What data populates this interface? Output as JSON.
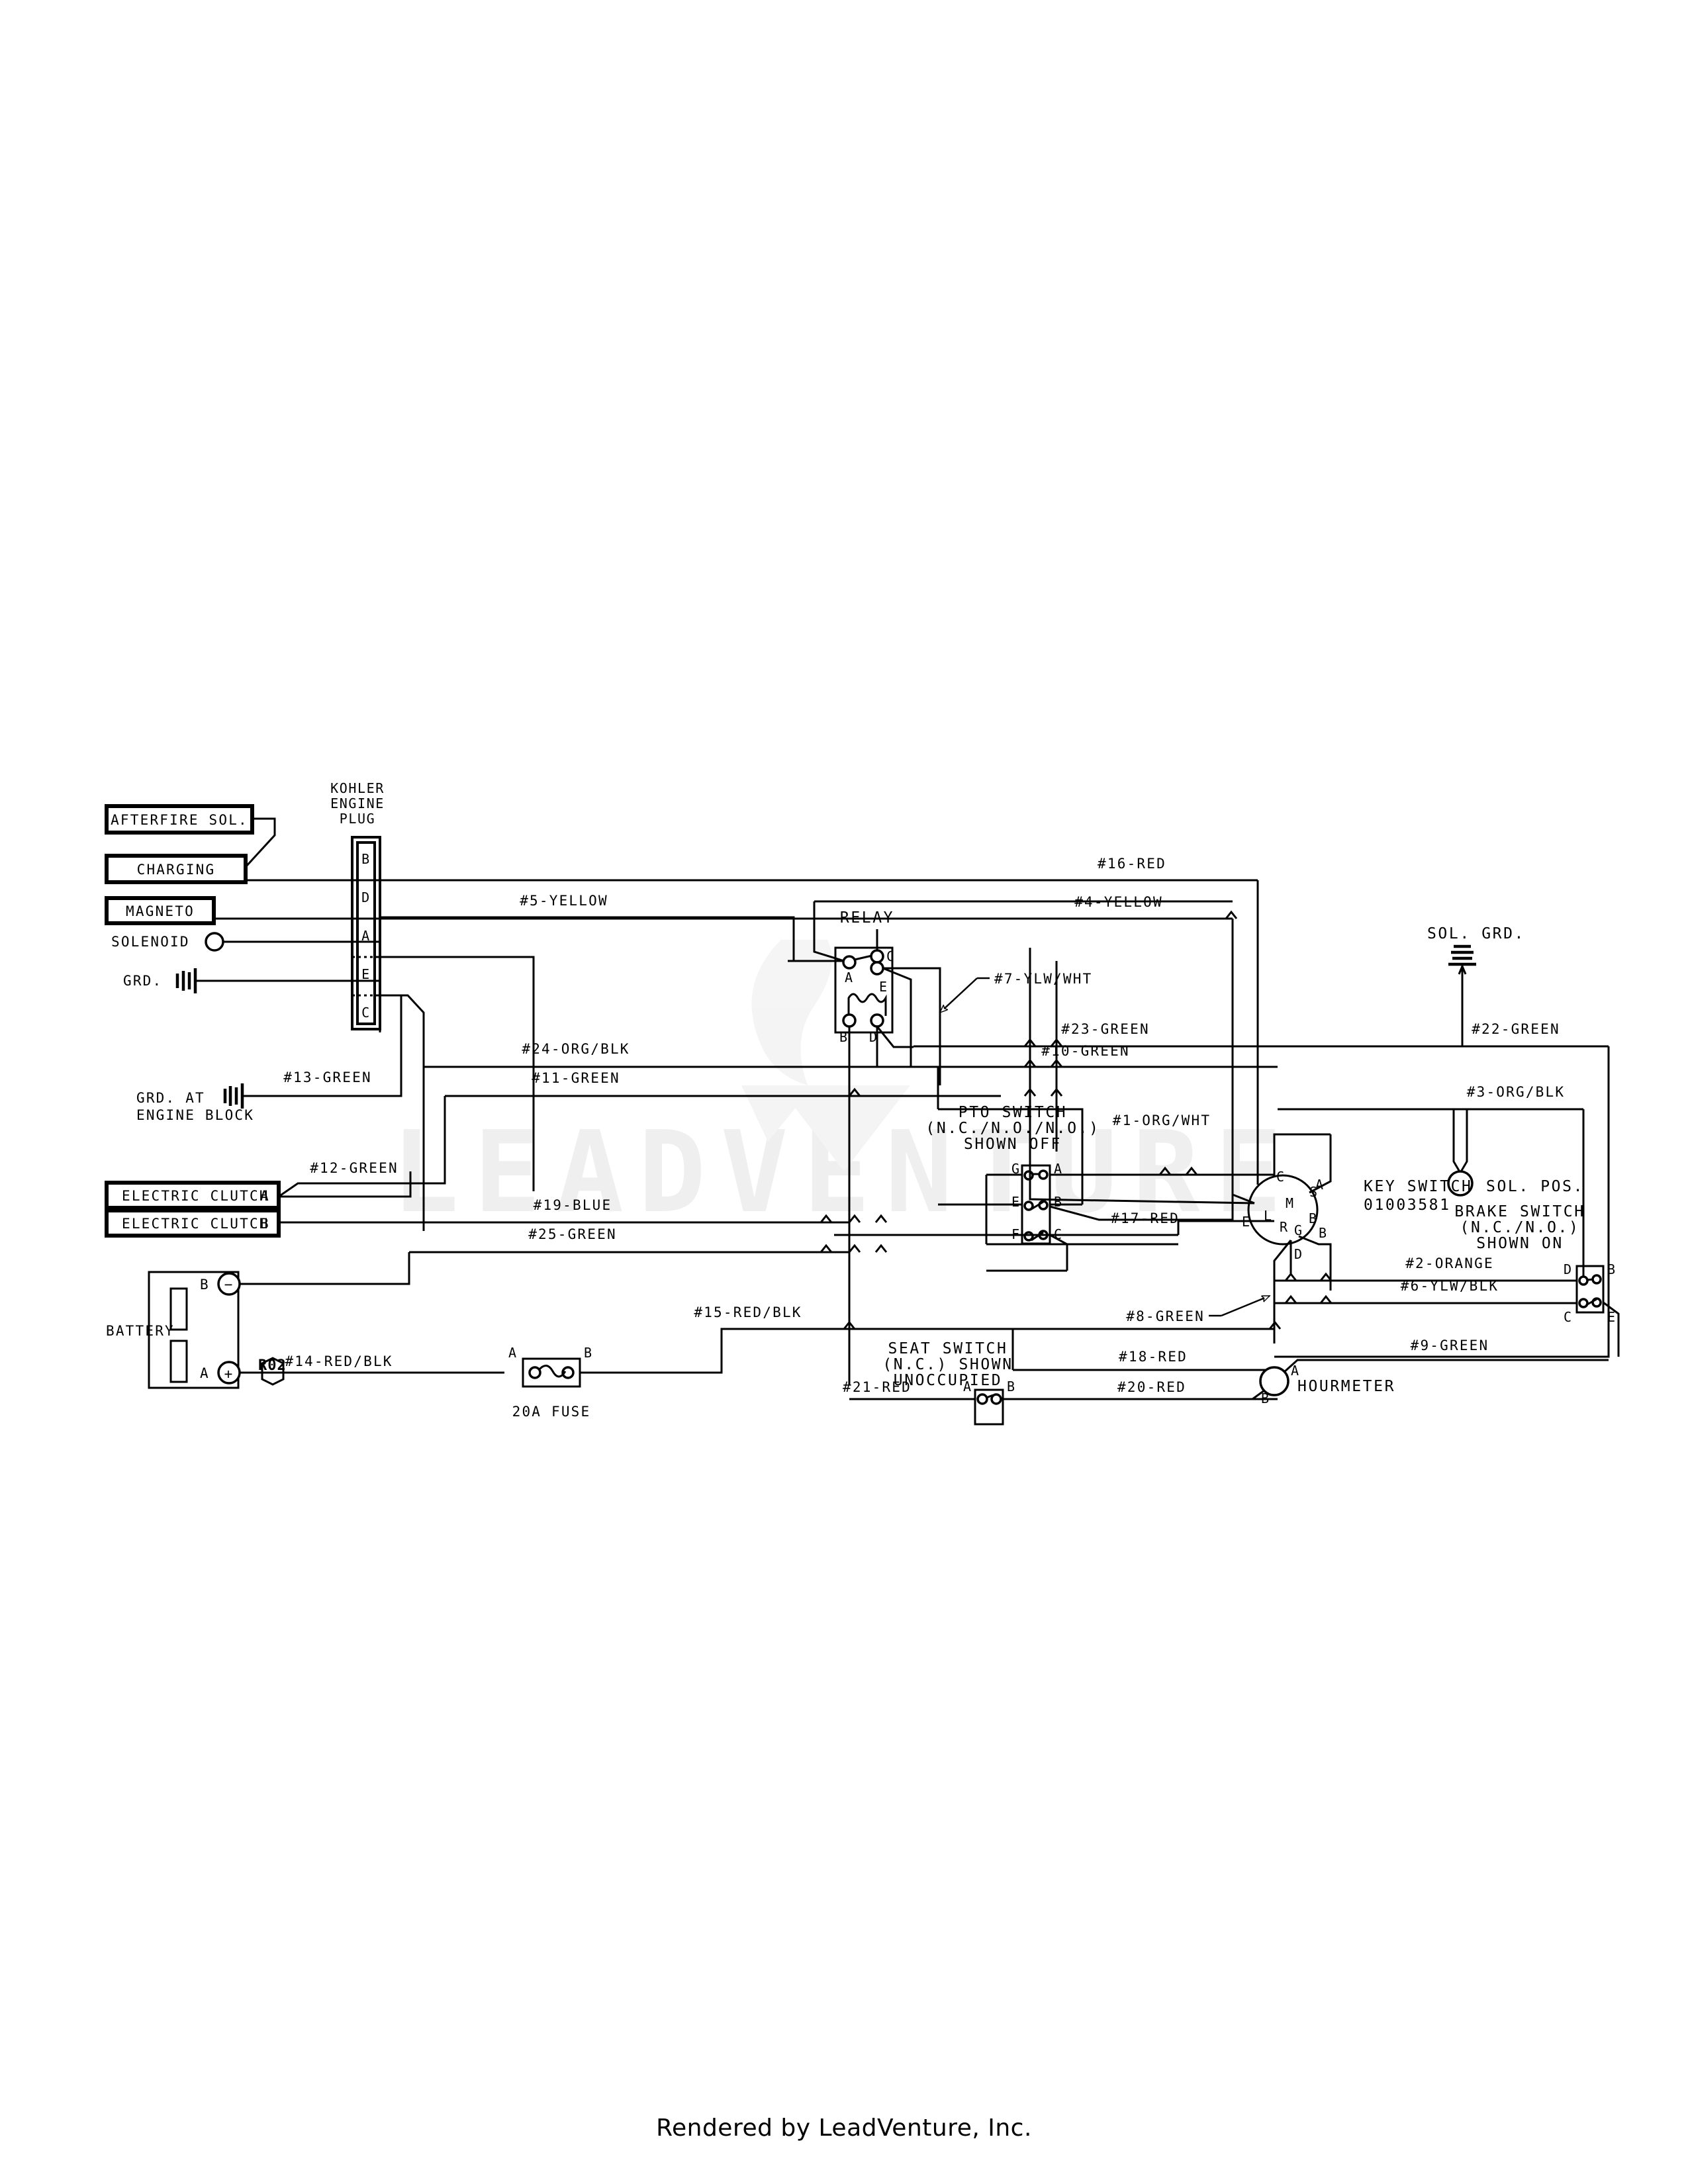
{
  "document": {
    "type": "electrical-wiring-diagram",
    "footer": "Rendered by LeadVenture, Inc.",
    "watermark": "LEADVENTURE",
    "line_color": "#000000",
    "background_color": "#ffffff"
  },
  "components": {
    "afterfire_solenoid": {
      "label": "AFTERFIRE SOL."
    },
    "charging": {
      "label": "CHARGING"
    },
    "magneto": {
      "label": "MAGNETO"
    },
    "solenoid_terminal": {
      "label": "SOLENOID"
    },
    "ground": {
      "label": "GRD."
    },
    "ground_engine_block": {
      "line1": "GRD. AT",
      "line2": "ENGINE BLOCK"
    },
    "kohler_plug": {
      "line1": "KOHLER",
      "line2": "ENGINE",
      "line3": "PLUG",
      "pins": [
        "B",
        "D",
        "A",
        "E",
        "C"
      ]
    },
    "relay": {
      "label": "RELAY",
      "terminals": [
        "A",
        "C",
        "E",
        "B",
        "D"
      ]
    },
    "pto_switch": {
      "line1": "PTO SWITCH",
      "line2": "(N.C./N.O./N.O.)",
      "line3": "SHOWN OFF",
      "terminals_left": [
        "G",
        "E",
        "F"
      ],
      "terminals_right": [
        "A",
        "B",
        "C"
      ]
    },
    "key_switch": {
      "line1": "KEY SWITCH",
      "line2": "01003581",
      "inner_terminals": [
        "C",
        "M",
        "S",
        "L",
        "R",
        "G",
        "B"
      ],
      "outer_terminals": [
        "A",
        "B",
        "D",
        "E"
      ]
    },
    "brake_switch": {
      "line1": "BRAKE SWITCH",
      "line2": "(N.C./N.O.)",
      "line3": "SHOWN ON",
      "terminals": [
        "D",
        "B",
        "C",
        "E"
      ]
    },
    "seat_switch": {
      "line1": "SEAT SWITCH",
      "line2": "(N.C.) SHOWN",
      "line3": "UNOCCUPIED",
      "terminals": [
        "A",
        "B"
      ]
    },
    "electric_clutch_a": {
      "label": "ELECTRIC CLUTCH",
      "terminal": "A"
    },
    "electric_clutch_b": {
      "label": "ELECTRIC CLUTCH",
      "terminal": "B"
    },
    "battery": {
      "label": "BATTERY",
      "terminal_neg": "B",
      "terminal_pos": "A",
      "sign_neg": "−",
      "sign_pos": "+"
    },
    "fuse": {
      "label": "20A FUSE",
      "terminals": [
        "A",
        "B"
      ]
    },
    "hourmeter": {
      "label": "HOURMETER",
      "terminals": [
        "A",
        "B"
      ]
    },
    "sol_grd": {
      "label": "SOL. GRD."
    },
    "sol_pos": {
      "label": "SOL. POS."
    },
    "r02_marker": {
      "label": "R02"
    }
  },
  "wires": [
    {
      "id": 1,
      "label": "#1-ORG/WHT"
    },
    {
      "id": 2,
      "label": "#2-ORANGE"
    },
    {
      "id": 3,
      "label": "#3-ORG/BLK"
    },
    {
      "id": 4,
      "label": "#4-YELLOW"
    },
    {
      "id": 5,
      "label": "#5-YELLOW"
    },
    {
      "id": 6,
      "label": "#6-YLW/BLK"
    },
    {
      "id": 7,
      "label": "#7-YLW/WHT"
    },
    {
      "id": 8,
      "label": "#8-GREEN"
    },
    {
      "id": 9,
      "label": "#9-GREEN"
    },
    {
      "id": 10,
      "label": "#10-GREEN"
    },
    {
      "id": 11,
      "label": "#11-GREEN"
    },
    {
      "id": 12,
      "label": "#12-GREEN"
    },
    {
      "id": 13,
      "label": "#13-GREEN"
    },
    {
      "id": 14,
      "label": "#14-RED/BLK"
    },
    {
      "id": 15,
      "label": "#15-RED/BLK"
    },
    {
      "id": 16,
      "label": "#16-RED"
    },
    {
      "id": 17,
      "label": "#17-RED"
    },
    {
      "id": 18,
      "label": "#18-RED"
    },
    {
      "id": 19,
      "label": "#19-BLUE"
    },
    {
      "id": 20,
      "label": "#20-RED"
    },
    {
      "id": 21,
      "label": "#21-RED"
    },
    {
      "id": 22,
      "label": "#22-GREEN"
    },
    {
      "id": 23,
      "label": "#23-GREEN"
    },
    {
      "id": 24,
      "label": "#24-ORG/BLK"
    },
    {
      "id": 25,
      "label": "#25-GREEN"
    }
  ]
}
